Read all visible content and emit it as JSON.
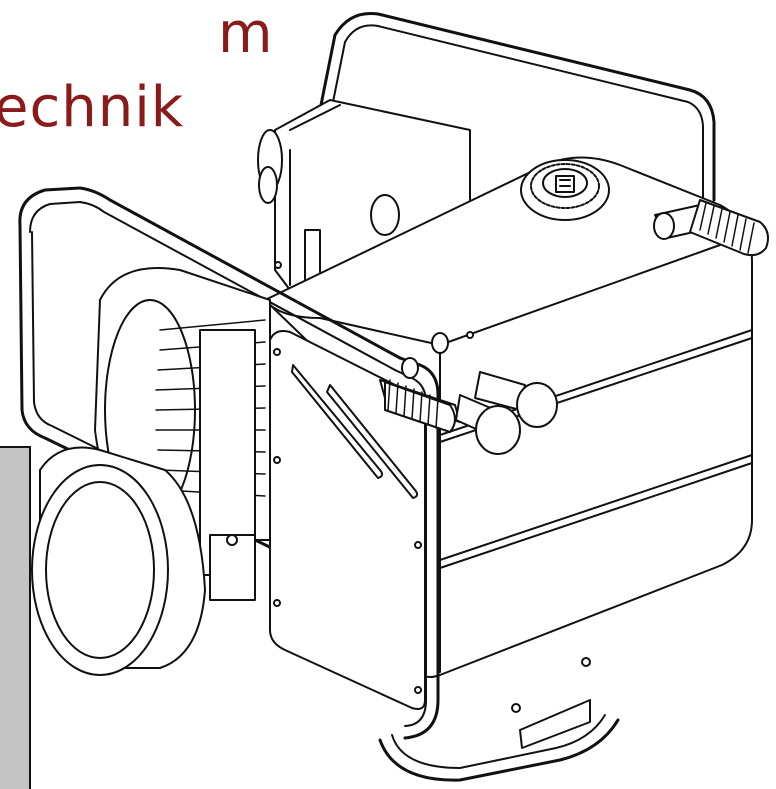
{
  "title": {
    "line1": "m",
    "line2": "echnik",
    "color": "#8b1a1a"
  },
  "illustration": {
    "name": "hydraulic-power-unit-drawing",
    "stroke_color": "#111111",
    "fill_color": "#ffffff"
  },
  "side_panel": {
    "color": "#c4c4c4"
  }
}
